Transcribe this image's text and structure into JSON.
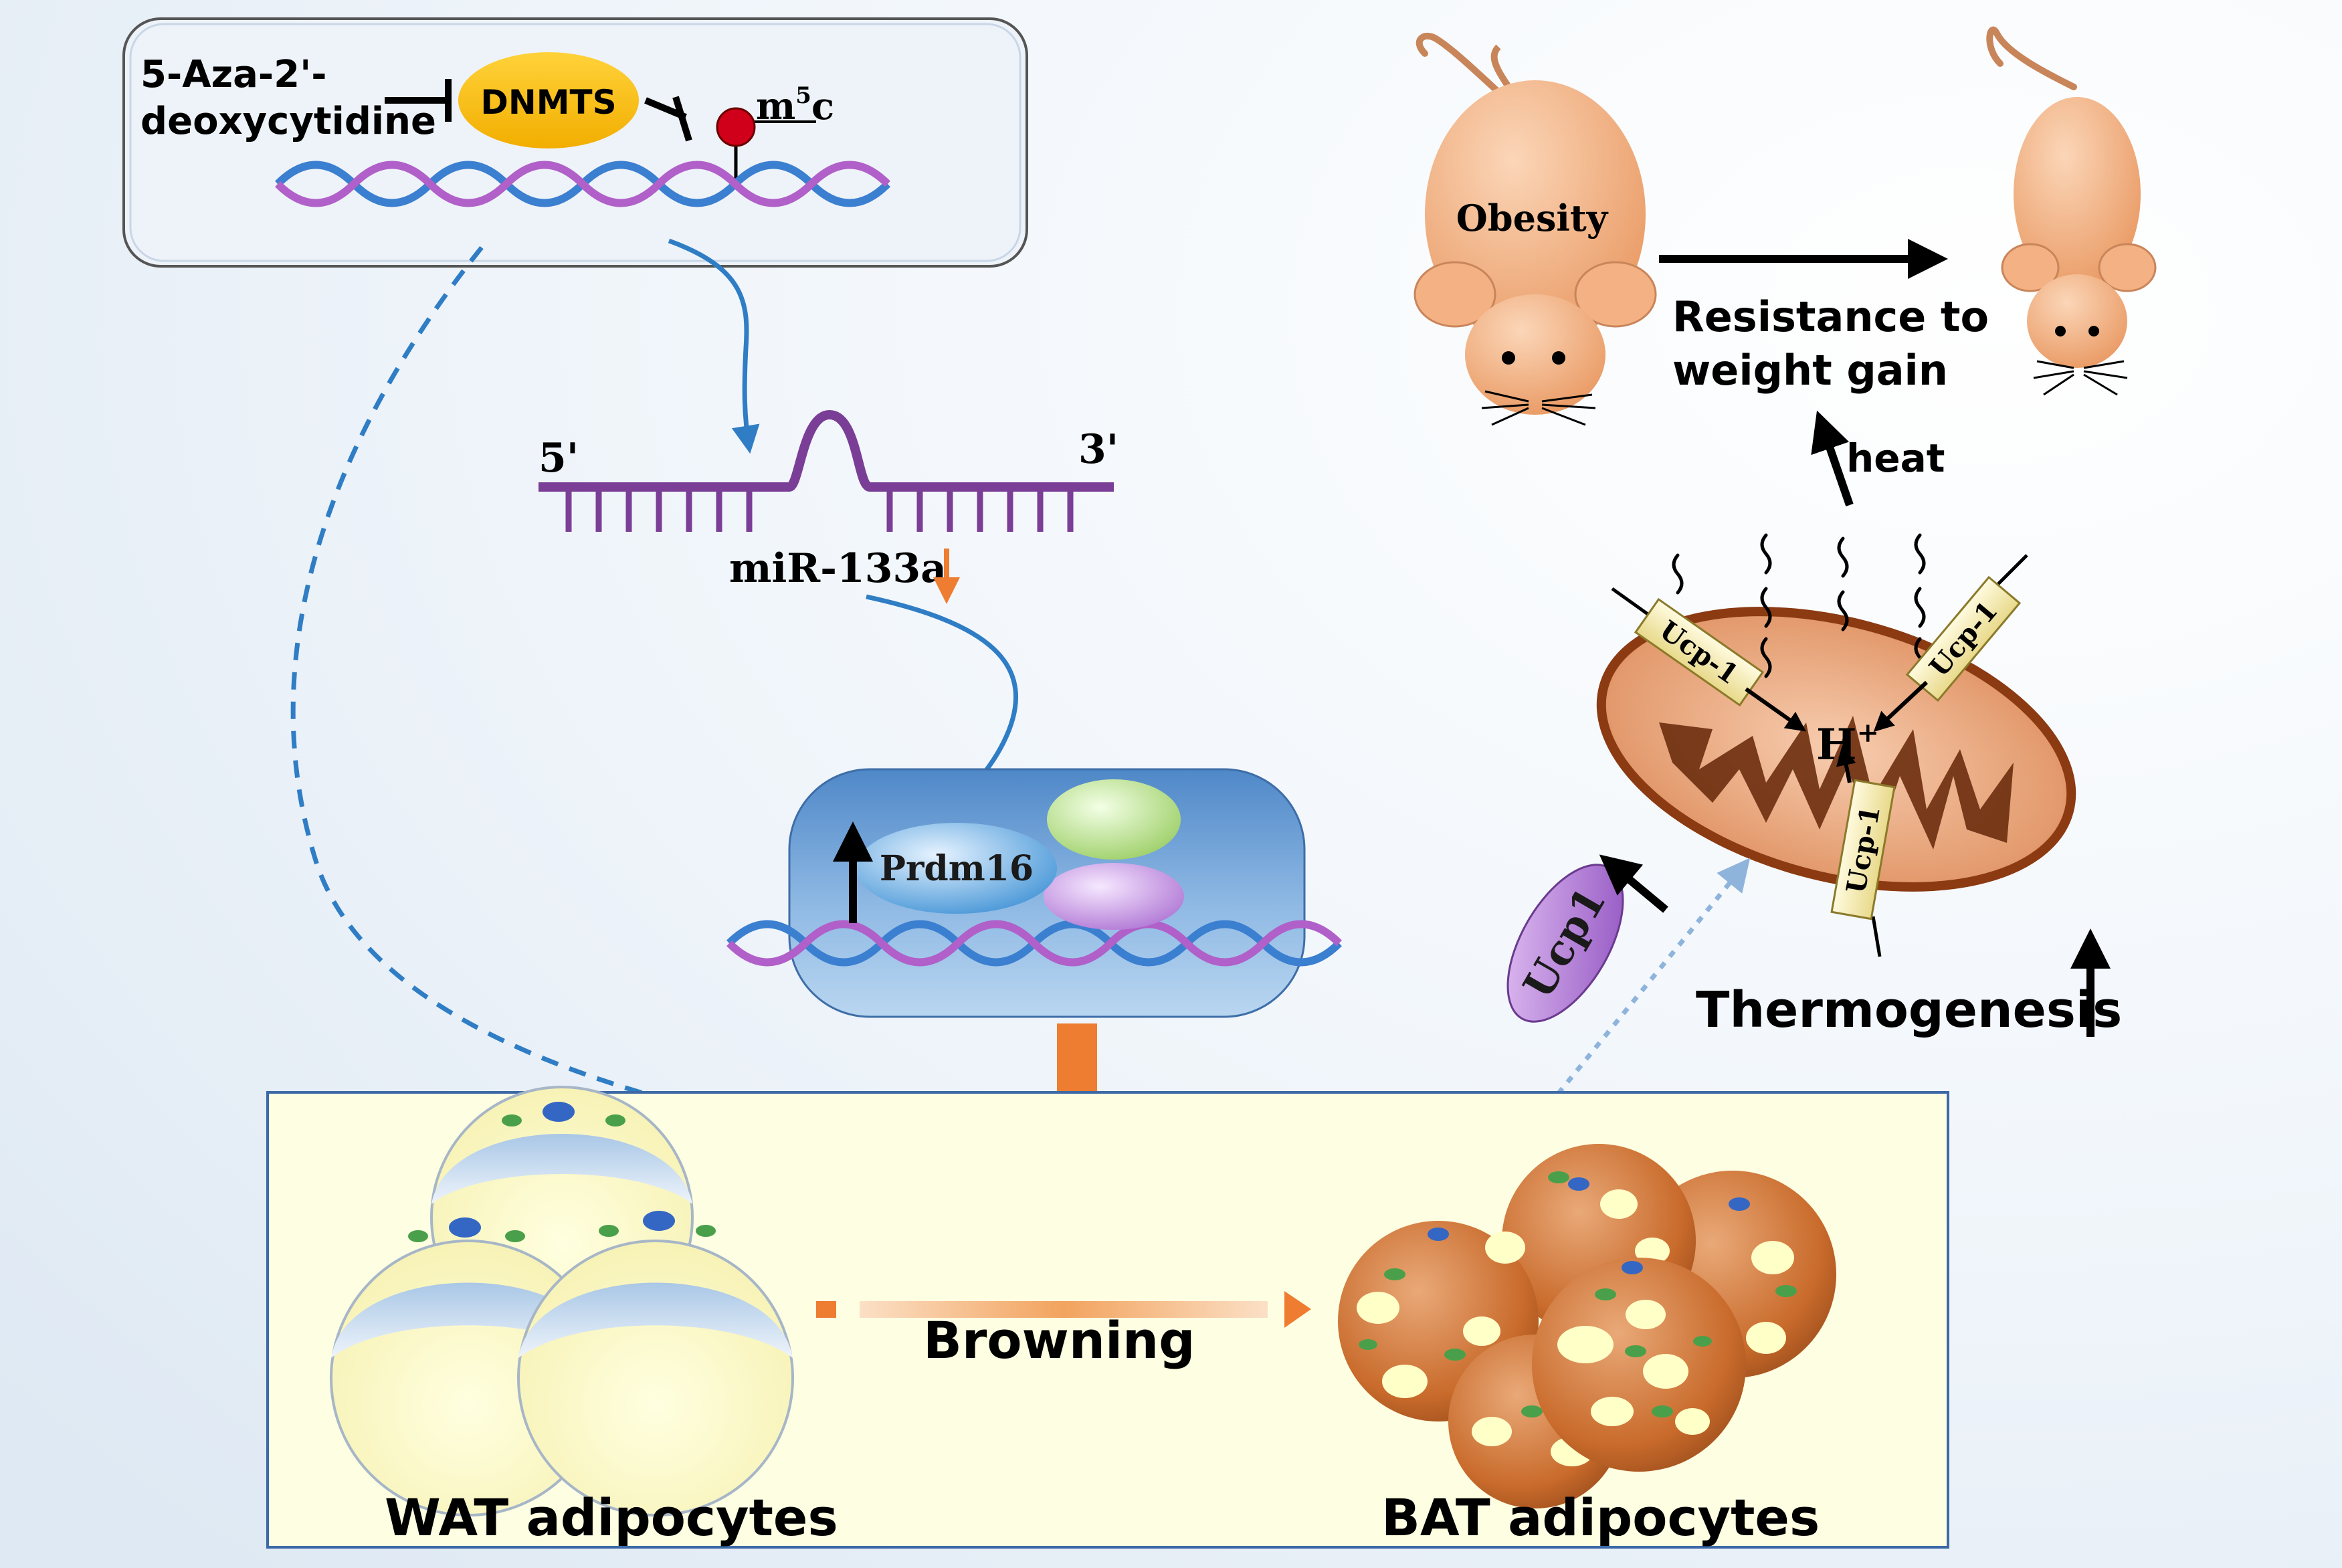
{
  "inhibition_box": {
    "drug_line1": "5-Aza-2'-",
    "drug_line2": "deoxycytidine",
    "enzyme": "DNMTS",
    "methyl_mark_base": "m",
    "methyl_mark_sup": "5",
    "methyl_mark_tail": "c"
  },
  "mirna": {
    "five_prime": "5'",
    "three_prime": "3'",
    "name": "miR-133a"
  },
  "complex": {
    "protein": "Prdm16"
  },
  "mice": {
    "obese_label": "Obesity",
    "outcome_line1": "Resistance to",
    "outcome_line2": "weight gain"
  },
  "mitochondrion": {
    "heat_label": "heat",
    "proton_base": "H",
    "proton_sup": "+",
    "channel_label": "Ucp-1",
    "protein_pill": "Ucp1",
    "process_label": "Thermogenesis"
  },
  "adipocytes": {
    "wat_label": "WAT adipocytes",
    "transition_label": "Browning",
    "bat_label": "BAT adipocytes"
  },
  "colors": {
    "dna_blue": "#3b7fd0",
    "dna_purple": "#b060c8",
    "orange_arrow": "#ee7d31",
    "blue_arrow": "#2f7dc4",
    "enzyme_yellow": "#f6b800",
    "mito_brown": "#a0522d",
    "mouse_skin": "#f4b183"
  }
}
